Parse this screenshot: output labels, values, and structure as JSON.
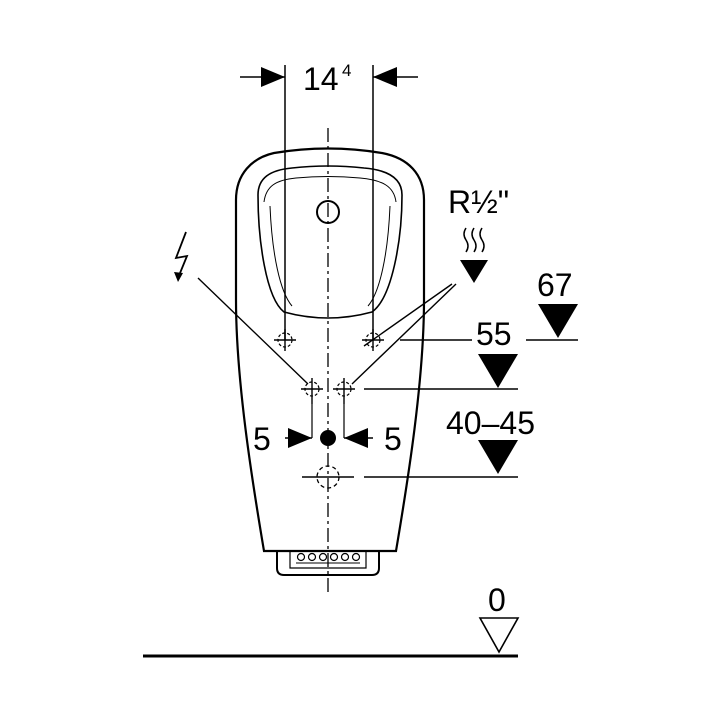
{
  "drawing": {
    "top_width_label": {
      "main": "14",
      "sup": "4"
    },
    "water_connection_label": "R½\"",
    "electric_icon": "lightning-bolt-icon",
    "warm_water_icon": "heat-waves-icon",
    "left_offset_label": "5",
    "right_offset_label": "5",
    "levels": [
      {
        "id": "level-67",
        "label": "67"
      },
      {
        "id": "level-55",
        "label": "55"
      },
      {
        "id": "level-40-45",
        "label": "40–45"
      },
      {
        "id": "level-0",
        "label": "0"
      }
    ]
  }
}
